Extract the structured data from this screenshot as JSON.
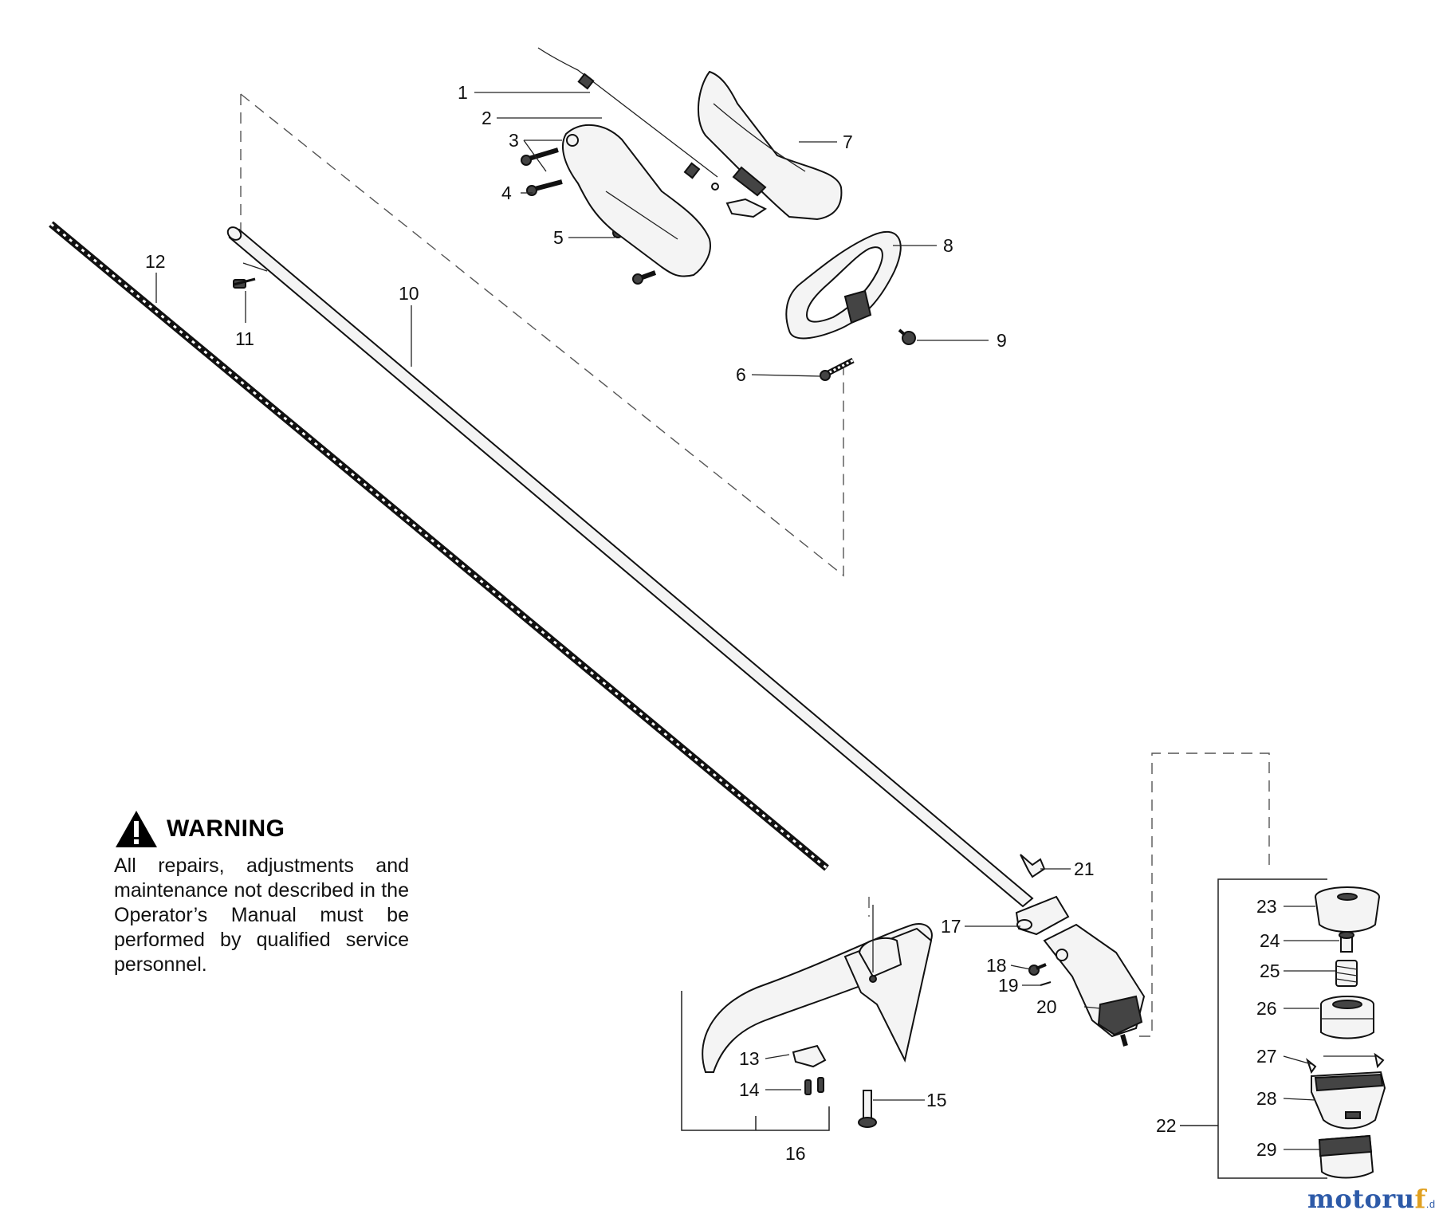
{
  "callouts": [
    {
      "id": "c1",
      "text": "1"
    },
    {
      "id": "c2",
      "text": "2"
    },
    {
      "id": "c3",
      "text": "3"
    },
    {
      "id": "c4",
      "text": "4"
    },
    {
      "id": "c5",
      "text": "5"
    },
    {
      "id": "c6",
      "text": "6"
    },
    {
      "id": "c7",
      "text": "7"
    },
    {
      "id": "c8",
      "text": "8"
    },
    {
      "id": "c9",
      "text": "9"
    },
    {
      "id": "c10",
      "text": "10"
    },
    {
      "id": "c11",
      "text": "11"
    },
    {
      "id": "c12",
      "text": "12"
    },
    {
      "id": "c13",
      "text": "13"
    },
    {
      "id": "c14",
      "text": "14"
    },
    {
      "id": "c15",
      "text": "15"
    },
    {
      "id": "c16",
      "text": "16"
    },
    {
      "id": "c17",
      "text": "17"
    },
    {
      "id": "c18",
      "text": "18"
    },
    {
      "id": "c19",
      "text": "19"
    },
    {
      "id": "c20",
      "text": "20"
    },
    {
      "id": "c21",
      "text": "21"
    },
    {
      "id": "c22",
      "text": "22"
    },
    {
      "id": "c23",
      "text": "23"
    },
    {
      "id": "c24",
      "text": "24"
    },
    {
      "id": "c25",
      "text": "25"
    },
    {
      "id": "c26",
      "text": "26"
    },
    {
      "id": "c27",
      "text": "27"
    },
    {
      "id": "c28",
      "text": "28"
    },
    {
      "id": "c29",
      "text": "29"
    }
  ],
  "warning": {
    "title": "WARNING",
    "text": "All repairs, adjustments and maintenance not described in the Operator’s Manual must be performed by qualified service personnel."
  },
  "watermark": {
    "main": "motoru",
    "accent": "f",
    "tld": ".de"
  },
  "colors": {
    "ink": "#111111",
    "watermark_blue": "#2d5aa8",
    "watermark_orange": "#e0a020"
  }
}
